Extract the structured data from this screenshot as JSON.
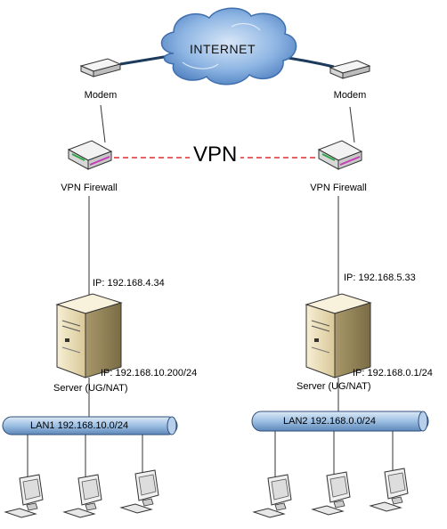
{
  "internet": {
    "label": "INTERNET"
  },
  "vpn": {
    "label": "VPN"
  },
  "left": {
    "modem_label": "Modem",
    "firewall_label": "VPN Firewall",
    "server_ip_wan": "IP: 192.168.4.34",
    "server_ip_lan": "IP: 192.168.10.200/24",
    "server_label": "Server (UG/NAT)",
    "lan_label": "LAN1 192.168.10.0/24"
  },
  "right": {
    "modem_label": "Modem",
    "firewall_label": "VPN Firewall",
    "server_ip_wan": "IP: 192.168.5.33",
    "server_ip_lan": "IP: 192.168.0.1/24",
    "server_label": "Server (UG/NAT)",
    "lan_label": "LAN2 192.168.0.0/24"
  },
  "colors": {
    "cloud": "#6a9bd8",
    "wan_link": "#1c3a5c",
    "vpn_tunnel": "#e03030",
    "lan_bus": "#8fb3d9",
    "server": "#efe3c0"
  }
}
